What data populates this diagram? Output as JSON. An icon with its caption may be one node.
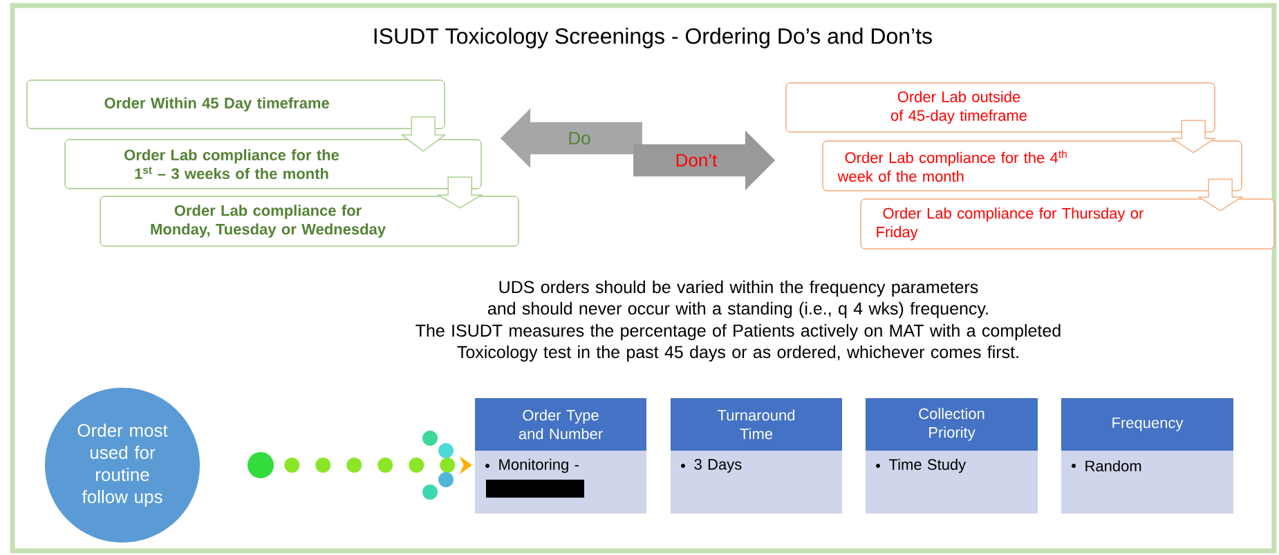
{
  "diagram": {
    "title": "ISUDT Toxicology Screenings - Ordering Do’s and Don’ts",
    "nodes": [
      {
        "text": [
          "Order Within 45 Day timeframe"
        ]
      },
      {
        "text": [
          "Order Lab compliance for the 1$^{st}$ – 3 weeks of the month"
        ]
      },
      {
        "text": [
          "Order Lab compliance for Monday, Tuesday or Wednesday"
        ]
      },
      {
        "text": [
          "Order Lab outside of 45-day timeframe"
        ]
      },
      {
        "text": [
          "Order Lab compliance for the 4$^{th}$ week of the month"
        ]
      },
      {
        "text": [
          "Order Lab compliance for Thursday or Friday"
        ]
      },
      {
        "text": [
          "Do"
        ]
      },
      {
        "text": [
          "Don’t"
        ]
      },
      {
        "text": [
          "Order most used for routine follow ups"
        ]
      },
      {
        "text": [
          "Order Type and Number",
          "Monitoring -"
        ]
      },
      {
        "text": [
          "Turnaround Time",
          "3 Days"
        ]
      },
      {
        "text": [
          "Collection Priority",
          "Time Study"
        ]
      },
      {
        "text": [
          "Frequency",
          "Random"
        ]
      }
    ],
    "edges": [
      {
        "from": 0,
        "to": 1,
        "arrow": "to"
      },
      {
        "from": 1,
        "to": 2,
        "arrow": "to"
      },
      {
        "from": 3,
        "to": 4,
        "arrow": "to",
        "color": "#f4b183"
      },
      {
        "from": 4,
        "to": 5,
        "arrow": "to",
        "color": "#f4b183"
      },
      {
        "from": 8,
        "to": 9,
        "arrow": "to",
        "style": "dashed"
      }
    ],
    "labels": [
      "UDS orders should be varied within the frequency parameters and should never occur with a standing (i.e., q 4 wks) frequency.",
      "The ISUDT measures the percentage of Patients actively on MAT with a completed Toxicology test in the past 45 days or as ordered, whichever comes first."
    ]
  }
}
